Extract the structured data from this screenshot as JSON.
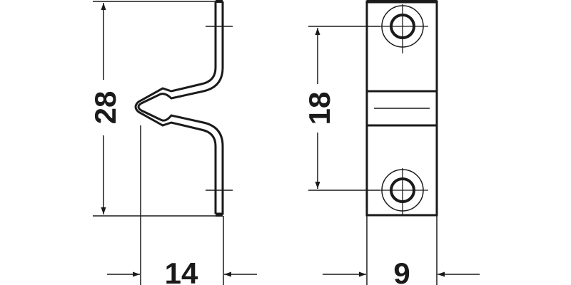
{
  "drawing": {
    "type": "technical drawing - spring catch, side and front view",
    "line_color": "#1a1a1a",
    "background": "#ffffff"
  },
  "dimensions": {
    "height_left": "28",
    "hole_spacing": "18",
    "width_left": "14",
    "width_right": "9"
  },
  "views": [
    {
      "name": "side-view",
      "features": [
        "spring-strip",
        "zigzag-catch",
        "mounting-hole-centerlines"
      ]
    },
    {
      "name": "front-view",
      "features": [
        "mounting-plate",
        "top-screw-hole",
        "bottom-screw-hole",
        "middle-band"
      ]
    }
  ]
}
